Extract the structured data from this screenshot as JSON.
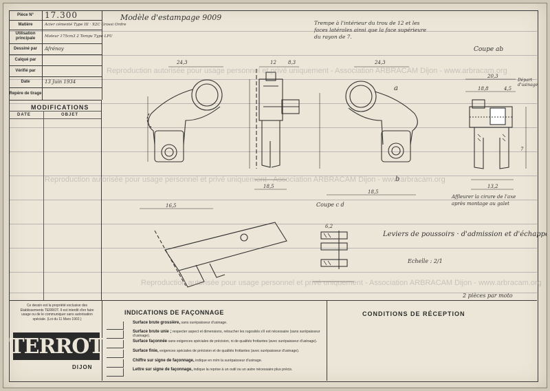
{
  "title_block": {
    "rows": [
      {
        "label": "Pièce N°",
        "value": "17.300",
        "big": true
      },
      {
        "label": "Matière",
        "value": "Acier cémenté Type III · X2C Grossi Ordre"
      },
      {
        "label": "Utilisation principale",
        "value": "Moteur 175cm3 2 Temps Type LPU"
      },
      {
        "label": "Dessiné par",
        "value": "Afrénoy"
      },
      {
        "label": "Calqué par",
        "value": ""
      },
      {
        "label": "Vérifié par",
        "value": ""
      },
      {
        "label": "Date",
        "value": "13 Juin 1934"
      },
      {
        "label": "Repère de tirage",
        "value": ""
      }
    ]
  },
  "modifications": {
    "title": "MODIFICATIONS",
    "col_date": "DATE",
    "col_objet": "OBJET"
  },
  "annotations": {
    "model": "Modèle d'estampage 9009",
    "note_top": "Trempe à l'intérieur du trou de 12 et les faces latérales ainsi que la face supérieure du rayon de 7.",
    "coupe_ab": "Coupe ab",
    "coupe_cd": "Coupe c d",
    "main_title": "Leviers de poussoirs · d'admission et d'échappement",
    "scale": "Echelle : 2/1",
    "pieces": "2 pièces par moto",
    "affleurer": "Affleurer la cirure de l'axe après montage au galet",
    "depart": "Départ d'usinage",
    "mark_a": "a",
    "mark_b": "b"
  },
  "dimensions": [
    "24,3",
    "12",
    "8,3",
    "24,3",
    "20,3",
    "18,8",
    "4,5",
    "7",
    "18,5",
    "16,5",
    "18,5",
    "13,2",
    "6,2"
  ],
  "legal_text": "Ce dessin est la propriété exclusive des Etablissements TERROT. Il est interdit d'en faire usage ou de le communiquer sans autorisation spéciale. (Loi du 11 Mars 1902.)",
  "logo": {
    "name": "TERROT",
    "city": "DIJON"
  },
  "indications": {
    "title": "INDICATIONS DE FAÇONNAGE",
    "items": [
      {
        "title": "Surface brute grossière,",
        "desc": "sans surépaisseur d'usinage."
      },
      {
        "title": "Surface brute unie ;",
        "desc": "respecter aspect et dimensions, retoucher les rugosités s'il est nécessaire (sans surépaisseur d'usinage)."
      },
      {
        "title": "Surface façonnée",
        "desc": "sans exigences spéciales de précision, ni de qualités frottantes (avec surépaisseur d'usinage)."
      },
      {
        "title": "Surface finie,",
        "desc": "exigences spéciales de précision et de qualités frottantes (avec surépaisseur d'usinage)."
      },
      {
        "title": "Chiffre sur signe de façonnage,",
        "desc": "indique en m/m la surépaisseur d'usinage."
      },
      {
        "title": "Lettre sur signe de façonnage,",
        "desc": "indique la reprise à un outil ou un autre nécessaire plus précis."
      }
    ]
  },
  "conditions": {
    "title": "CONDITIONS DE RÉCEPTION"
  },
  "watermark": "Reproduction autorisée pour usage personnel et privé uniquement - Association ARBRACAM Dijon - www.arbracam.org",
  "colors": {
    "paper": "#ece6d8",
    "ink": "#2b2b2b",
    "logo_bg": "#2a2a2a"
  }
}
